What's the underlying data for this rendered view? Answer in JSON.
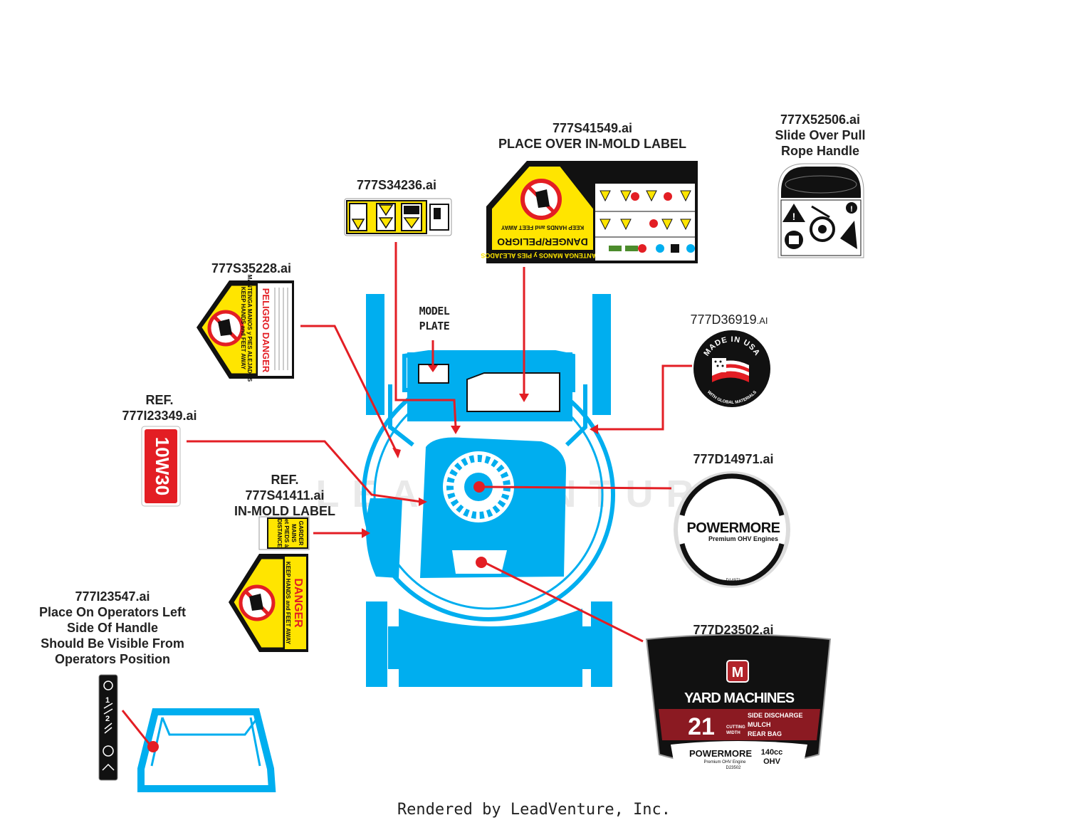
{
  "labels": {
    "l777s41549": {
      "part": "777S41549.ai",
      "note": "PLACE OVER IN-MOLD LABEL"
    },
    "l777x52506": {
      "part": "777X52506.ai",
      "note1": "Slide Over Pull",
      "note2": "Rope Handle"
    },
    "l777s34236": {
      "part": "777S34236.ai"
    },
    "l777s35228": {
      "part": "777S35228.ai"
    },
    "l777d36919": {
      "part": "777D36919",
      "ext": ".AI"
    },
    "l777i23349": {
      "ref": "REF.",
      "part": "777I23349.ai"
    },
    "l777d14971": {
      "part": "777D14971.ai"
    },
    "l777s41411": {
      "ref": "REF.",
      "part": "777S41411.ai",
      "note": "IN-MOLD LABEL"
    },
    "l777i23547": {
      "part": "777I23547.ai",
      "note1": "Place On Operators Left",
      "note2": "Side Of Handle",
      "note3": "Should Be Visible From",
      "note4": "Operators Position"
    },
    "l777d23502": {
      "part": "777D23502.ai"
    }
  },
  "model_plate": {
    "line1": "MODEL",
    "line2": "PLATE"
  },
  "decals": {
    "oil": "10W30",
    "danger_large": {
      "title": "DANGER/PELIGRO",
      "sub": "KEEP HANDS and FEET AWAY",
      "spanish": "MANTENGA MANOS y PIES ALEJADOS"
    },
    "danger_side": {
      "title": "PELIGRO DANGER",
      "sub1": "MANTENGA MANOS y PIES ALEJADOS",
      "sub2": "KEEP HANDS and FEET AWAY"
    },
    "danger_inmold": {
      "title": "DANGER",
      "sub": "KEEP HANDS and FEET AWAY",
      "french1": "GARDER",
      "french2": "MAINS",
      "french3": "et PIEDS à",
      "french4": "DISTANCE"
    },
    "made_in_usa": {
      "top": "MADE IN USA",
      "bottom": "WITH GLOBAL MATERIALS"
    },
    "powermore": {
      "brand": "POWERMORE",
      "sub": "Premium OHV Engines",
      "code": "D14971"
    },
    "yard_machines": {
      "brand": "YARD MACHINES",
      "size": "21",
      "cutting1": "CUTTING",
      "cutting2": "WIDTH",
      "opt1": "SIDE DISCHARGE",
      "opt2": "MULCH",
      "opt3": "REAR BAG",
      "engine": "POWERMORE",
      "engine_sub": "Premium OHV Engine",
      "cc": "140cc",
      "ohv": "OHV",
      "code": "D23502"
    }
  },
  "watermark": "LEADVENTURE",
  "footer": "Rendered by LeadVenture, Inc.",
  "colors": {
    "mower": "#00aeef",
    "callout": "#e31e24",
    "yellow": "#ffe500",
    "black": "#111111"
  }
}
